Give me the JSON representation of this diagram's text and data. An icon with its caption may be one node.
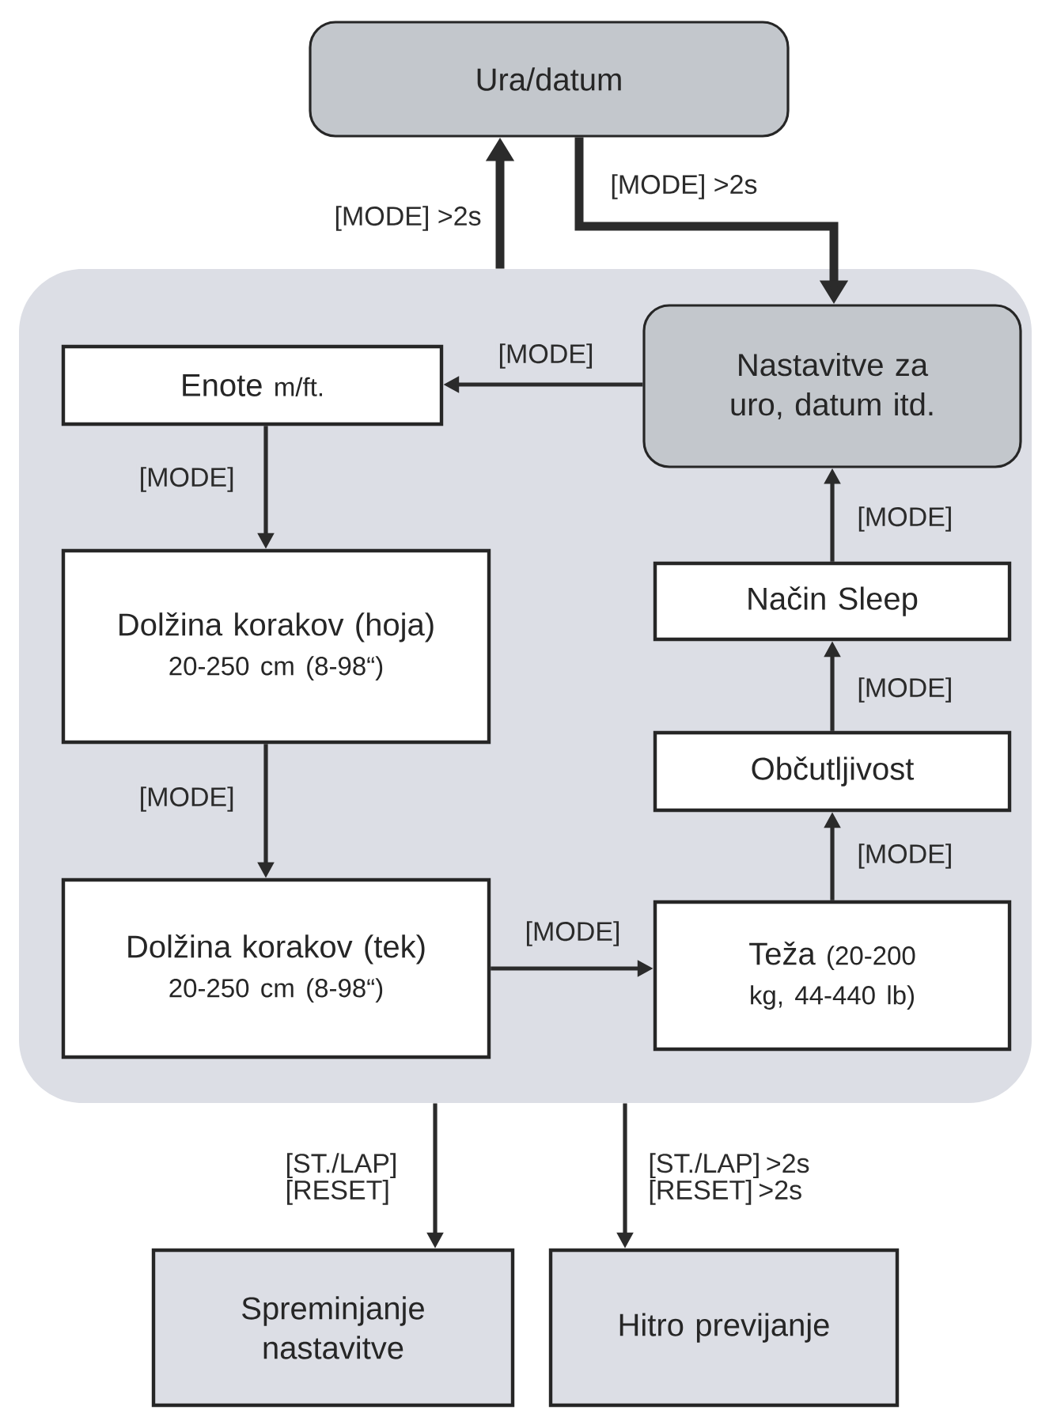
{
  "diagram": {
    "nodes": [
      {
        "text": [
          "Ura/datum"
        ]
      },
      {
        "text": [],
        "shape": "box"
      },
      {
        "text": [
          "Nastavitve za uro, datum itd."
        ],
        "in": 1
      },
      {
        "text": [
          "Enote",
          "m/ft."
        ],
        "in": 1
      },
      {
        "text": [
          "Dolžina korakov (hoja)",
          "20-250 cm (8-98“)"
        ],
        "in": 1
      },
      {
        "text": [
          "Dolžina korakov (tek)",
          "20-250 cm (8-98“)"
        ],
        "in": 1
      },
      {
        "text": [
          "Teža",
          "(20-200 kg, 44-440 lb)"
        ],
        "in": 1
      },
      {
        "text": [
          "Občutljivost"
        ],
        "in": 1
      },
      {
        "text": [
          "Način Sleep"
        ],
        "in": 1
      },
      {
        "text": [
          "Spreminjanje nastavitve"
        ]
      },
      {
        "text": [
          "Hitro previjanje"
        ]
      }
    ],
    "edges": [
      {
        "from": 1,
        "to": 0,
        "arrow": "to",
        "label": "[MODE] >2s",
        "style": "thick"
      },
      {
        "from": 0,
        "to": 2,
        "arrow": "to",
        "label": "[MODE] >2s",
        "style": "thick"
      },
      {
        "from": 2,
        "to": 3,
        "arrow": "to",
        "label": "[MODE]"
      },
      {
        "from": 3,
        "to": 4,
        "arrow": "to",
        "label": "[MODE]"
      },
      {
        "from": 4,
        "to": 5,
        "arrow": "to",
        "label": "[MODE]"
      },
      {
        "from": 5,
        "to": 6,
        "arrow": "to",
        "label": "[MODE]"
      },
      {
        "from": 6,
        "to": 7,
        "arrow": "to",
        "label": "[MODE]"
      },
      {
        "from": 7,
        "to": 8,
        "arrow": "to",
        "label": "[MODE]"
      },
      {
        "from": 8,
        "to": 2,
        "arrow": "to",
        "label": "[MODE]"
      },
      {
        "from": 1,
        "to": 9,
        "arrow": "to",
        "label": "[ST./LAP] [RESET]"
      },
      {
        "from": 1,
        "to": 10,
        "arrow": "to",
        "label": "[ST./LAP] >2s [RESET] >2s"
      }
    ]
  }
}
